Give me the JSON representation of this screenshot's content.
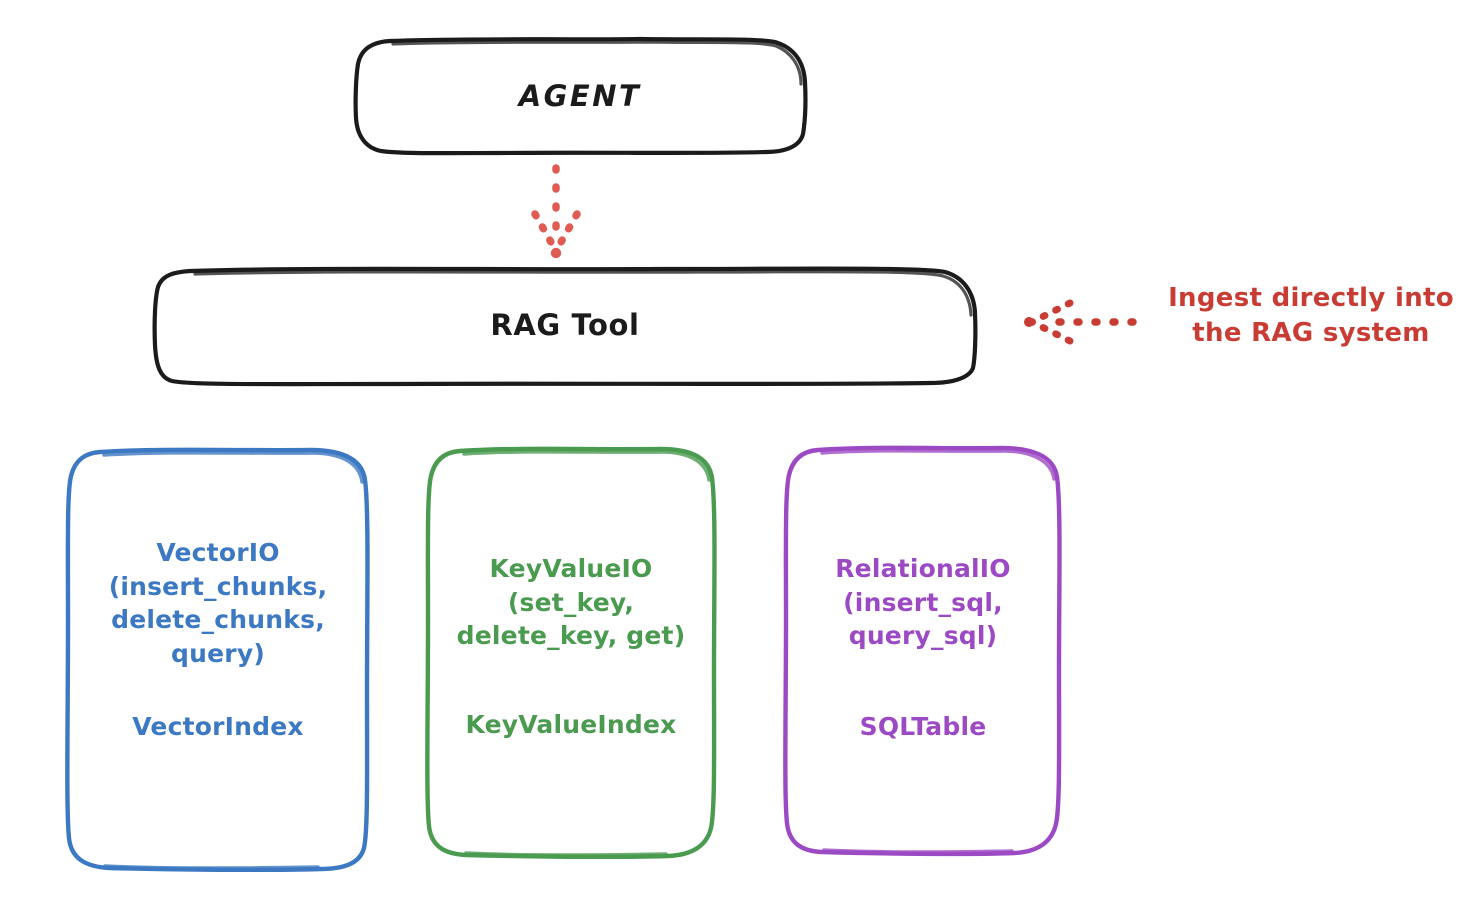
{
  "diagram": {
    "title_node": {
      "id": "agent",
      "label": "AGENT",
      "stroke": "#1b1b1b"
    },
    "tool_node": {
      "id": "rag-tool",
      "label": "RAG Tool",
      "stroke": "#1b1b1b"
    },
    "providers": [
      {
        "id": "vector",
        "api": "VectorIO\n(insert_chunks,\ndelete_chunks,\nquery)",
        "index": "VectorIndex",
        "color": "#3d79c2"
      },
      {
        "id": "keyvalue",
        "api": "KeyValueIO\n(set_key,\ndelete_key, get)",
        "index": "KeyValueIndex",
        "color": "#4a9a50"
      },
      {
        "id": "relational",
        "api": "RelationalIO\n(insert_sql,\nquery_sql)",
        "index": "SQLTable",
        "color": "#9c4ac4"
      }
    ],
    "annotation": {
      "text": "Ingest directly into\nthe RAG system",
      "color": "#c83c34"
    },
    "connectors": [
      {
        "id": "agent-to-rag",
        "from": "agent",
        "to": "rag-tool",
        "style": "dotted-arrow",
        "direction": "down",
        "color": "#e05c52"
      },
      {
        "id": "annotation-to-rag",
        "from": "annotation",
        "to": "rag-tool",
        "style": "dotted-arrow",
        "direction": "left",
        "color": "#c83c34"
      }
    ]
  }
}
